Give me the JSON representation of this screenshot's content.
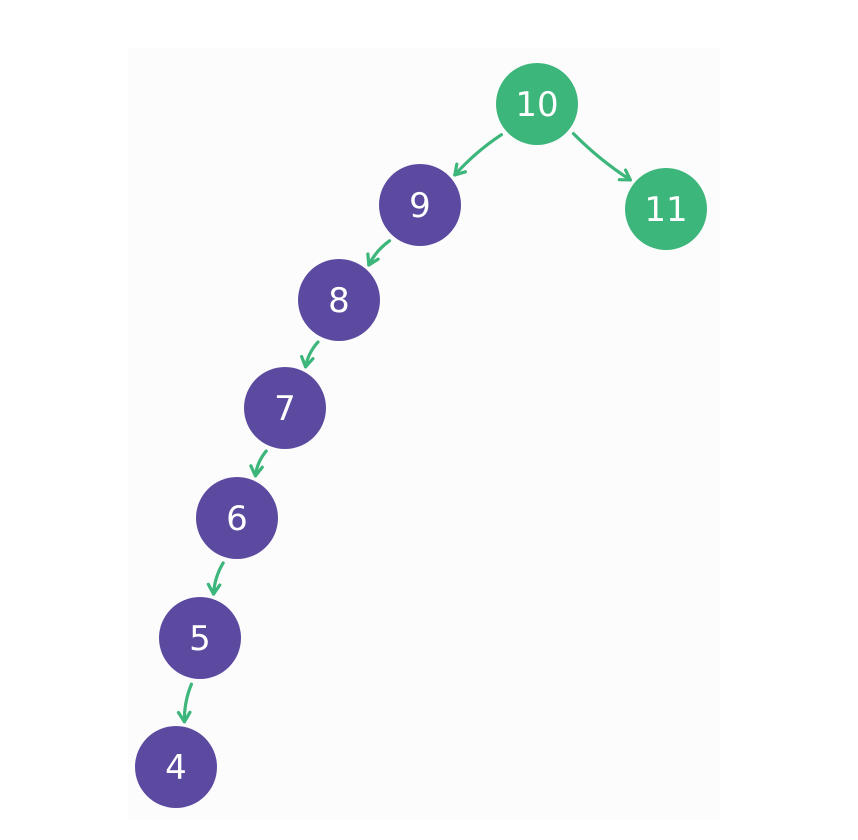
{
  "tree": {
    "colors": {
      "highlight": "#3cb67a",
      "default": "#5c4aa0",
      "edge": "#3cb67a"
    },
    "nodes": [
      {
        "id": "n10",
        "label": "10",
        "color": "highlight"
      },
      {
        "id": "n11",
        "label": "11",
        "color": "highlight"
      },
      {
        "id": "n9",
        "label": "9",
        "color": "default"
      },
      {
        "id": "n8",
        "label": "8",
        "color": "default"
      },
      {
        "id": "n7",
        "label": "7",
        "color": "default"
      },
      {
        "id": "n6",
        "label": "6",
        "color": "default"
      },
      {
        "id": "n5",
        "label": "5",
        "color": "default"
      },
      {
        "id": "n4",
        "label": "4",
        "color": "default"
      }
    ],
    "edges": [
      {
        "from": "n10",
        "to": "n9"
      },
      {
        "from": "n10",
        "to": "n11"
      },
      {
        "from": "n9",
        "to": "n8"
      },
      {
        "from": "n8",
        "to": "n7"
      },
      {
        "from": "n7",
        "to": "n6"
      },
      {
        "from": "n6",
        "to": "n5"
      },
      {
        "from": "n5",
        "to": "n4"
      }
    ]
  }
}
